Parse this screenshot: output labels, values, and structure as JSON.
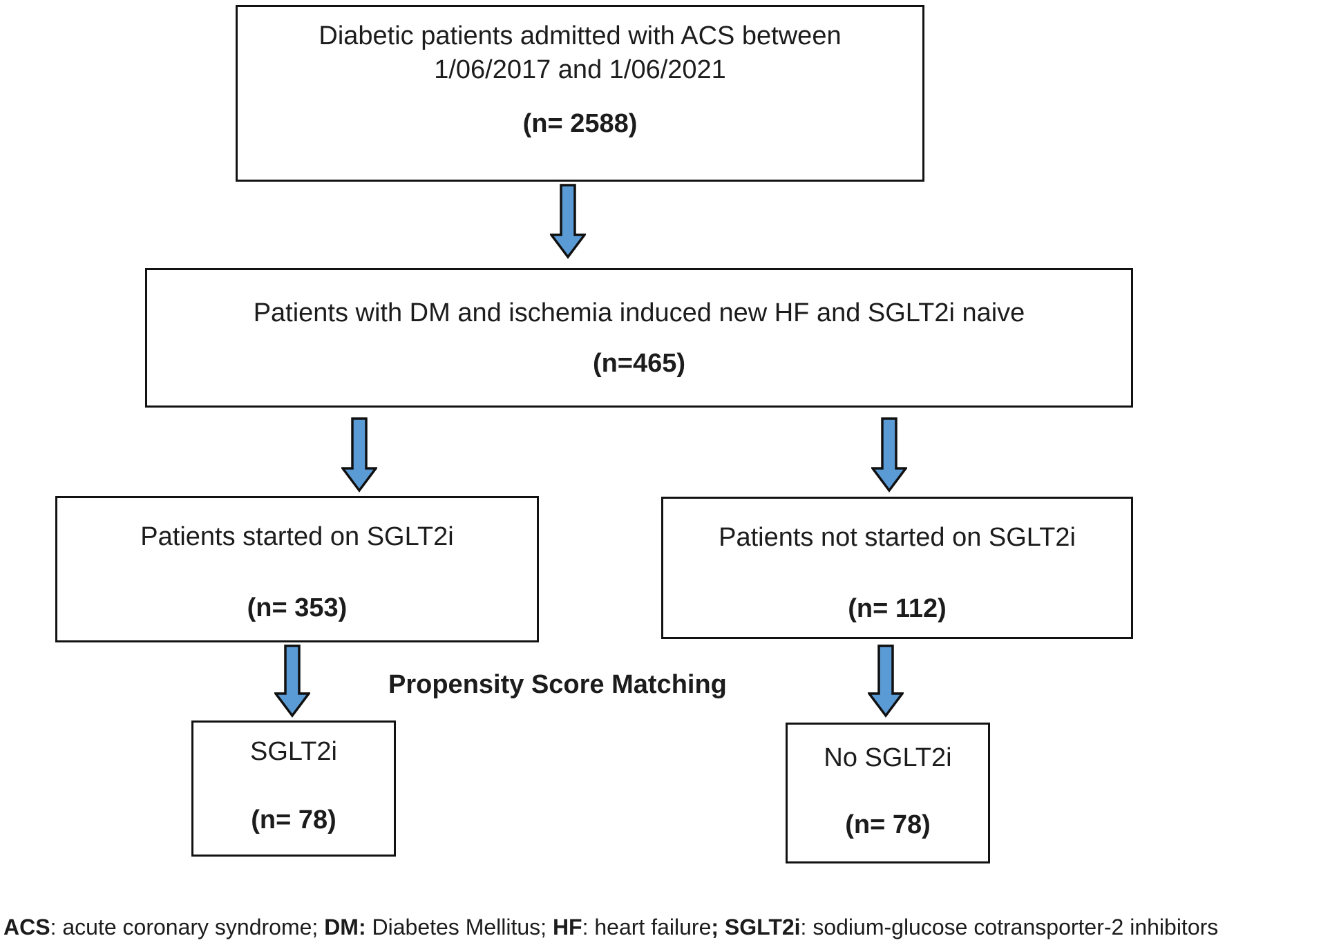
{
  "diagram": {
    "boxes": {
      "screened": {
        "line1": "Diabetic patients admitted with ACS between",
        "line2": "1/06/2017 and 1/06/2021",
        "n": "(n= 2588)"
      },
      "eligible": {
        "line1": "Patients with DM and ischemia induced new HF and SGLT2i naive",
        "n": "(n=465)"
      },
      "sglt2i_started": {
        "line1": "Patients started on SGLT2i",
        "n": "(n= 353)"
      },
      "sglt2i_not_started": {
        "line1": "Patients not started on SGLT2i",
        "n": "(n= 112)"
      },
      "matched_sglt2i": {
        "line1": "SGLT2i",
        "n": "(n= 78)"
      },
      "matched_no_sglt2i": {
        "line1": "No SGLT2i",
        "n": "(n= 78)"
      }
    },
    "matching_label": "Propensity Score Matching",
    "arrow": {
      "fill": "#5b9bd5"
    },
    "footnote": {
      "segments": [
        {
          "text": "ACS",
          "bold": true
        },
        {
          "text": ": acute coronary syndrome; ",
          "bold": false
        },
        {
          "text": "DM:",
          "bold": true
        },
        {
          "text": " Diabetes Mellitus; ",
          "bold": false
        },
        {
          "text": "HF",
          "bold": true
        },
        {
          "text": ": heart failure",
          "bold": false
        },
        {
          "text": "; SGLT2i",
          "bold": true
        },
        {
          "text": ": sodium-glucose cotransporter-2 inhibitors",
          "bold": false
        }
      ]
    }
  }
}
